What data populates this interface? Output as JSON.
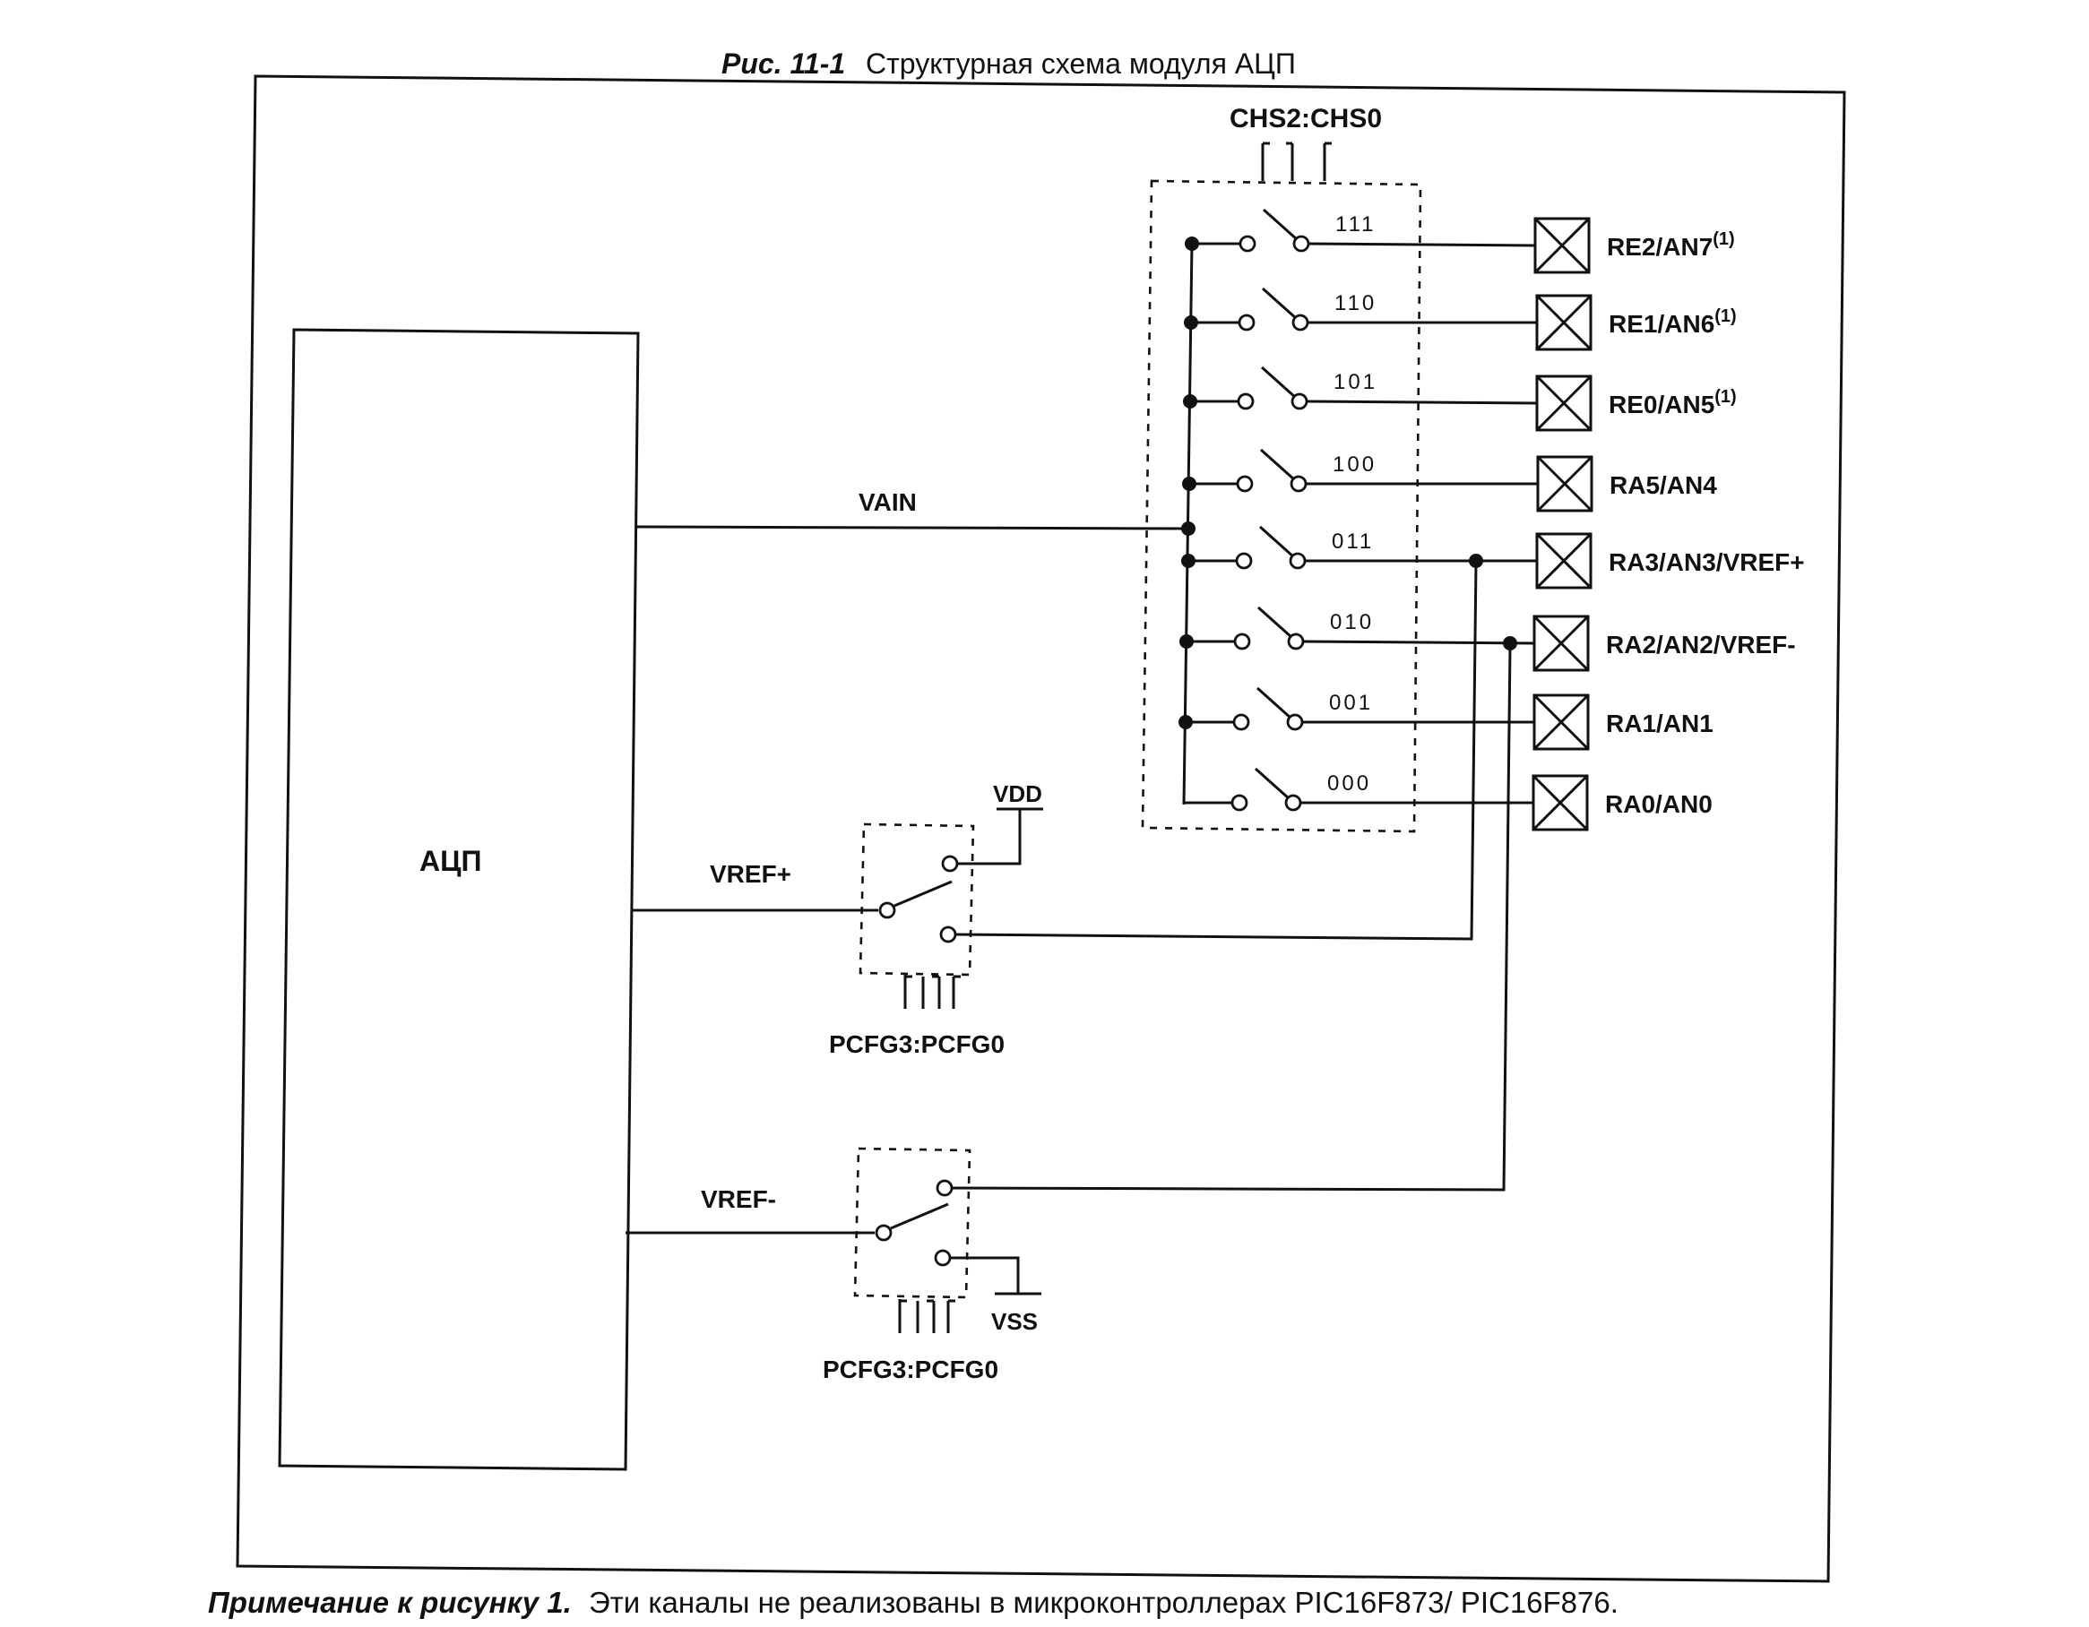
{
  "figure": {
    "caption_number": "Рис. 11-1",
    "caption_text": "Структурная схема модуля АЦП"
  },
  "adc_block": {
    "label": "АЦП"
  },
  "signals": {
    "vain": "VAIN",
    "vref_plus": "VREF+",
    "vref_minus": "VREF-",
    "vdd": "VDD",
    "vss": "VSS"
  },
  "channel_mux": {
    "control_label": "CHS2:CHS0",
    "channels": [
      {
        "code": "111",
        "pin": "RE2/AN7",
        "footnote": "(1)"
      },
      {
        "code": "110",
        "pin": "RE1/AN6",
        "footnote": "(1)"
      },
      {
        "code": "101",
        "pin": "RE0/AN5",
        "footnote": "(1)"
      },
      {
        "code": "100",
        "pin": "RA5/AN4",
        "footnote": ""
      },
      {
        "code": "011",
        "pin": "RA3/AN3/VREF+",
        "footnote": ""
      },
      {
        "code": "010",
        "pin": "RA2/AN2/VREF-",
        "footnote": ""
      },
      {
        "code": "001",
        "pin": "RA1/AN1",
        "footnote": ""
      },
      {
        "code": "000",
        "pin": "RA0/AN0",
        "footnote": ""
      }
    ]
  },
  "vref_plus_switch": {
    "control_label": "PCFG3:PCFG0"
  },
  "vref_minus_switch": {
    "control_label": "PCFG3:PCFG0"
  },
  "note": {
    "label": "Примечание к рисунку 1.",
    "text": "Эти каналы не реализованы в микроконтроллерах PIC16F873/ PIC16F876."
  }
}
